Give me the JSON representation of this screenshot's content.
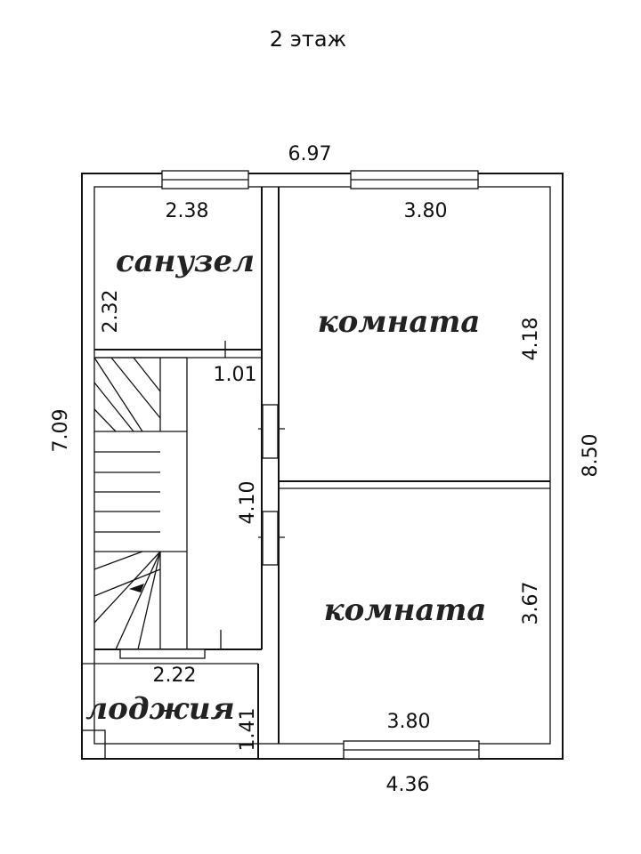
{
  "title": "2 этаж",
  "rooms": {
    "bathroom": "санузел",
    "room_top": "комната",
    "room_bottom": "комната",
    "loggia": "лоджия"
  },
  "dimensions": {
    "overall_width_top": "6.97",
    "bathroom_width": "2.38",
    "bathroom_height": "2.32",
    "room_top_width": "3.80",
    "room_top_height": "4.18",
    "hall_width": "1.01",
    "overall_height_left": "7.09",
    "hall_length": "4.10",
    "overall_height_right": "8.50",
    "room_bottom_height": "3.67",
    "loggia_width": "2.22",
    "loggia_depth": "1.41",
    "room_bottom_width": "3.80",
    "overall_width_bottom": "4.36"
  }
}
